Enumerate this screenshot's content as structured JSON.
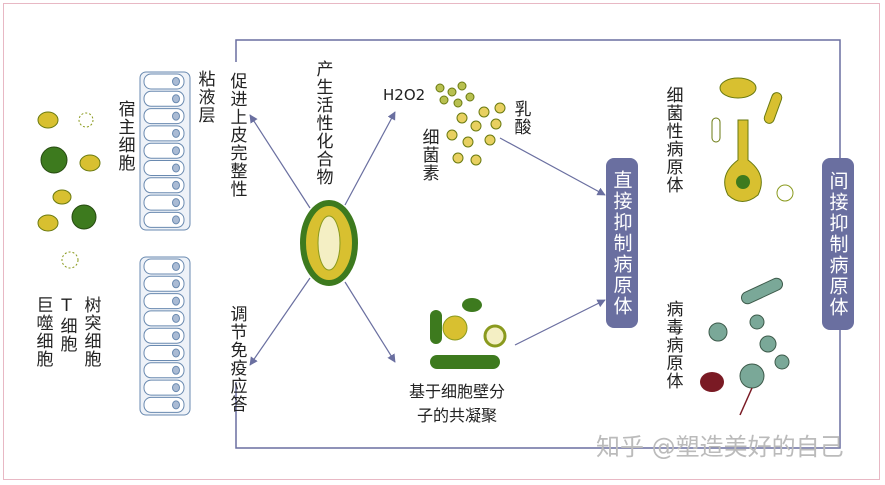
{
  "labels": {
    "mucus_layer": "粘液层",
    "host_cells": "宿主细胞",
    "macrophage": "巨噬细胞",
    "t_cell": "T细胞",
    "dendritic_cell": "树突细胞",
    "epithelial_integrity": "促进上皮完整性",
    "immune_regulation": "调节免疫应答",
    "active_compounds": "产生活性化合物",
    "h2o2": "H2O2",
    "bacteriocin": "细菌素",
    "lactic_acid": "乳酸",
    "coaggregation": "基于细胞壁分子的共凝聚",
    "bacterial_pathogens": "细菌性病原体",
    "viral_pathogens": "病毒病原体"
  },
  "boxes": {
    "direct_inhibition": "直接抑制病原体",
    "indirect_inhibition": "间接抑制病原体"
  },
  "watermark": "知乎 @塑造美好的自己",
  "colors": {
    "box": "#6a6fa0",
    "line": "#6a6fa0",
    "olive": "#8a9a1e",
    "yellow": "#d8c030",
    "dark_green": "#3d7a1e",
    "teal": "#7aa898",
    "maroon": "#7a1a24",
    "cell_blue": "#6a8ab0"
  }
}
